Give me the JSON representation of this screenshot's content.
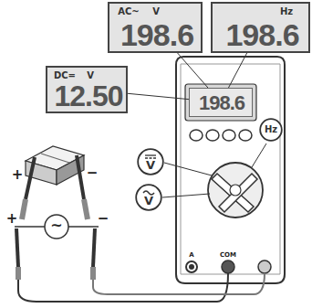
{
  "diagram": {
    "nodes": [
      {
        "text": [
          "AC~",
          "V",
          "198.6"
        ]
      },
      {
        "text": [
          "Hz",
          "198.6"
        ]
      },
      {
        "text": [
          "DC=",
          "V",
          "12.50"
        ]
      },
      {
        "text": [
          "198.6"
        ]
      },
      {
        "text": [
          "V"
        ]
      },
      {
        "text": [
          "V"
        ]
      },
      {
        "text": [
          "Hz"
        ]
      }
    ],
    "edges": [
      {
        "from": 0,
        "to": 3,
        "arrow": "none"
      },
      {
        "from": 1,
        "to": 3,
        "arrow": "none"
      },
      {
        "from": 2,
        "to": 3,
        "arrow": "none"
      }
    ],
    "labels": [
      "+",
      "−",
      "~",
      "+",
      "−",
      "A",
      "COM"
    ]
  }
}
